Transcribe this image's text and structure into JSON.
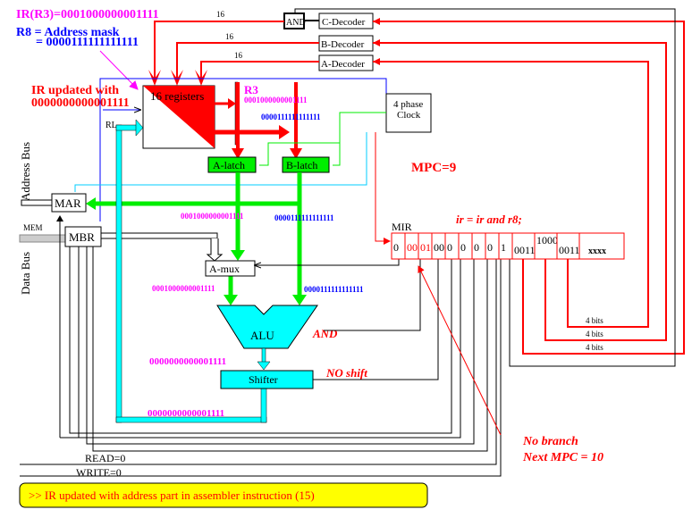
{
  "header": {
    "ir_r3": "IR(R3)=0001000000001111",
    "r8_label": "R8 = Address mask",
    "r8_value": "= 0000111111111111"
  },
  "decoders": {
    "and_label": "AND",
    "c_decoder": "C-Decoder",
    "b_decoder": "B-Decoder",
    "a_decoder": "A-Decoder",
    "bus_width": "16",
    "bits_label": "4 bits"
  },
  "registers": {
    "title": "16 registers",
    "ir_updated_1": "IR updated with",
    "ir_updated_2": "0000000000001111",
    "rl_label": "RL",
    "r3_label": "R3",
    "r3_value": "0001000000001111",
    "r8_value": "0000111111111111"
  },
  "clock": {
    "line1": "4 phase",
    "line2": "Clock"
  },
  "latches": {
    "a": "A-latch",
    "b": "B-latch"
  },
  "buses": {
    "address_bus": "Address Bus",
    "data_bus": "Data Bus",
    "mem": "MEM",
    "mar": "MAR",
    "mbr": "MBR"
  },
  "datapath": {
    "a_value": "0001000000001111",
    "b_value": "0000111111111111",
    "amux": "A-mux",
    "amux_out": "0001000000001111",
    "b_out": "0000111111111111",
    "alu": "ALU",
    "alu_op": "AND",
    "alu_out": "0000000000001111",
    "shifter": "Shifter",
    "shift_op": "NO shift",
    "shifter_out": "0000000000001111"
  },
  "mpc": "MPC=9",
  "mir": {
    "label": "MIR",
    "instruction": "ir = ir and r8;",
    "fields": [
      {
        "text": "0",
        "color": "#000000"
      },
      {
        "text": "00",
        "color": "#ff0000"
      },
      {
        "text": "01",
        "color": "#ff0000"
      },
      {
        "text": "00",
        "color": "#000000"
      },
      {
        "text": "0",
        "color": "#000000"
      },
      {
        "text": "0",
        "color": "#000000"
      },
      {
        "text": "0",
        "color": "#000000"
      },
      {
        "text": "0",
        "color": "#000000"
      },
      {
        "text": "1",
        "color": "#000000"
      },
      {
        "text": "0011",
        "color": "#000000"
      },
      {
        "text": "1000",
        "color": "#000000"
      },
      {
        "text": "0011",
        "color": "#000000"
      },
      {
        "text": "xxxx",
        "color": "#000000"
      }
    ]
  },
  "branch": {
    "line1": "No branch",
    "line2": "Next MPC = 10"
  },
  "signals": {
    "read": "READ=0",
    "write": "WRITE=0"
  },
  "message": ">> IR updated with address part in assembler instruction (15)",
  "colors": {
    "red": "#ff0000",
    "green": "#00ee00",
    "cyan": "#00ffff",
    "blue": "#0000ff",
    "magenta": "#ff00ff",
    "yellow": "#ffff00"
  }
}
